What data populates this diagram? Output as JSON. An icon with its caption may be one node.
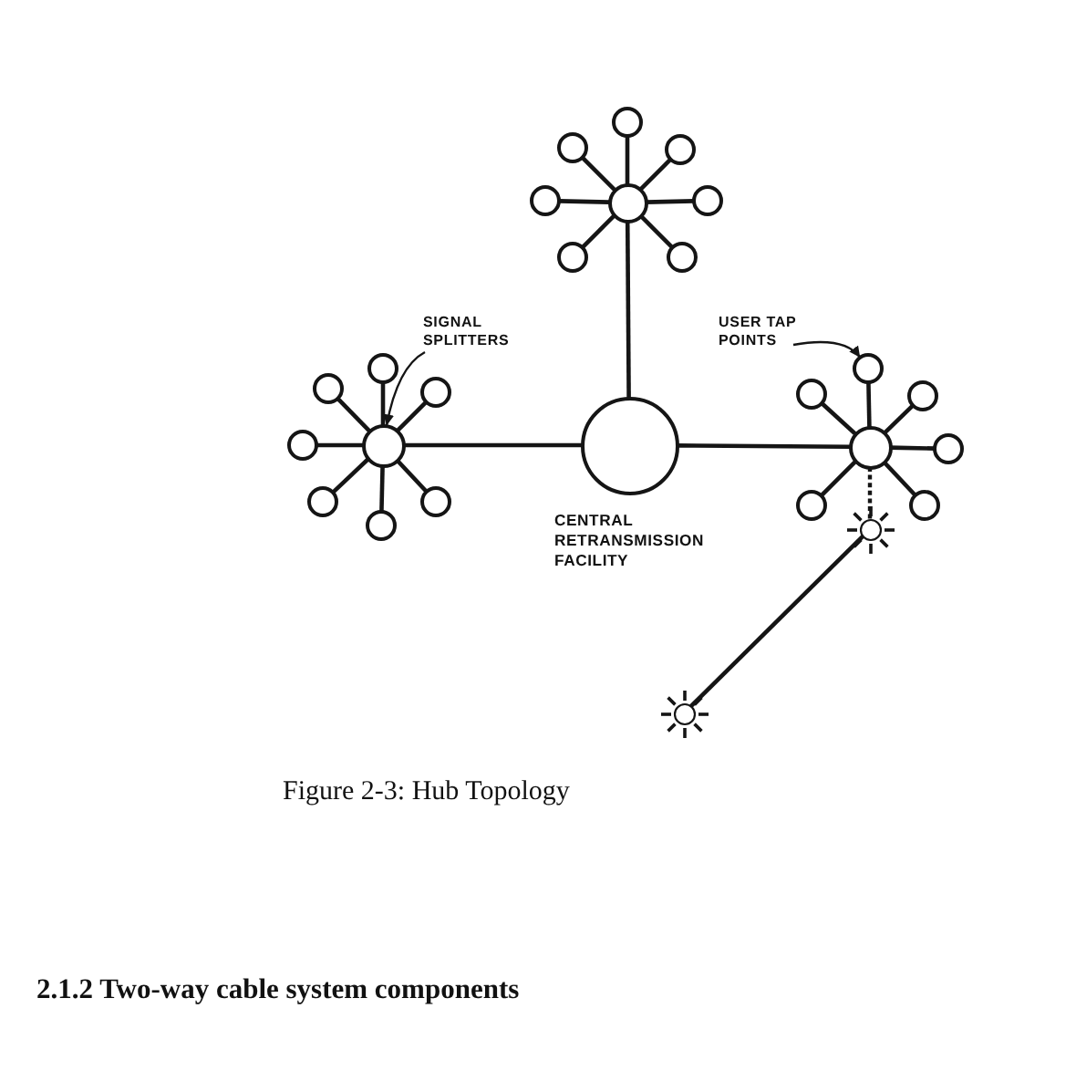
{
  "diagram": {
    "caption": "Figure 2-3: Hub Topology",
    "nodes": [
      {
        "text": [],
        "shape": "circle"
      },
      {
        "text": [],
        "shape": "circle"
      },
      {
        "text": [],
        "shape": "circle"
      },
      {
        "text": [],
        "shape": "circle"
      },
      {
        "text": [],
        "shape": "circle"
      },
      {
        "text": [],
        "shape": "circle"
      },
      {
        "text": [],
        "shape": "circle"
      },
      {
        "text": [],
        "shape": "circle"
      },
      {
        "text": [
          "SIGNAL SPLITTERS"
        ]
      },
      {
        "text": [
          "USER TAP POINTS"
        ]
      },
      {
        "text": [],
        "shape": "circle"
      },
      {
        "text": [],
        "shape": "circle"
      },
      {
        "text": [],
        "shape": "circle"
      },
      {
        "text": [],
        "shape": "circle"
      },
      {
        "text": [],
        "shape": "circle"
      },
      {
        "text": [],
        "shape": "circle"
      },
      {
        "text": [],
        "shape": "circle"
      },
      {
        "text": [],
        "shape": "circle"
      },
      {
        "text": [
          "CENTRAL RETRANSMISSION FACILITY"
        ]
      },
      {
        "text": [],
        "shape": "circle"
      },
      {
        "text": [],
        "shape": "circle"
      },
      {
        "text": [],
        "shape": "circle"
      },
      {
        "text": [],
        "shape": "circle"
      },
      {
        "text": [],
        "shape": "circle"
      },
      {
        "text": [],
        "shape": "circle"
      },
      {
        "text": [],
        "shape": "circle"
      },
      {
        "text": [],
        "shape": "star"
      },
      {
        "text": [],
        "shape": "star"
      }
    ],
    "edges": [
      {
        "from": 0,
        "to": 1,
        "arrow": "none"
      },
      {
        "from": 0,
        "to": 2,
        "arrow": "none"
      },
      {
        "from": 0,
        "to": 3,
        "arrow": "none"
      },
      {
        "from": 0,
        "to": 4,
        "arrow": "none"
      },
      {
        "from": 0,
        "to": 5,
        "arrow": "none"
      },
      {
        "from": 0,
        "to": 6,
        "arrow": "none"
      },
      {
        "from": 0,
        "to": 7,
        "arrow": "none"
      },
      {
        "from": 0,
        "to": 18,
        "arrow": "none"
      },
      {
        "from": 8,
        "to": 10,
        "arrow": "to"
      },
      {
        "from": 9,
        "to": 20,
        "arrow": "to"
      },
      {
        "from": 10,
        "to": 11,
        "arrow": "none"
      },
      {
        "from": 10,
        "to": 12,
        "arrow": "none"
      },
      {
        "from": 10,
        "to": 13,
        "arrow": "none"
      },
      {
        "from": 10,
        "to": 14,
        "arrow": "none"
      },
      {
        "from": 10,
        "to": 15,
        "arrow": "none"
      },
      {
        "from": 10,
        "to": 16,
        "arrow": "none"
      },
      {
        "from": 10,
        "to": 17,
        "arrow": "none"
      },
      {
        "from": 10,
        "to": 18,
        "arrow": "none"
      },
      {
        "from": 18,
        "to": 19,
        "arrow": "none"
      },
      {
        "from": 19,
        "to": 20,
        "arrow": "none"
      },
      {
        "from": 19,
        "to": 21,
        "arrow": "none"
      },
      {
        "from": 19,
        "to": 22,
        "arrow": "none"
      },
      {
        "from": 19,
        "to": 23,
        "arrow": "none"
      },
      {
        "from": 19,
        "to": 24,
        "arrow": "none"
      },
      {
        "from": 19,
        "to": 25,
        "arrow": "none"
      },
      {
        "from": 19,
        "to": 26,
        "arrow": "none",
        "style": "dashed"
      },
      {
        "from": 26,
        "to": 27,
        "arrow": "none"
      }
    ],
    "labels": [
      "2.1.2 Two-way cable system components"
    ]
  }
}
